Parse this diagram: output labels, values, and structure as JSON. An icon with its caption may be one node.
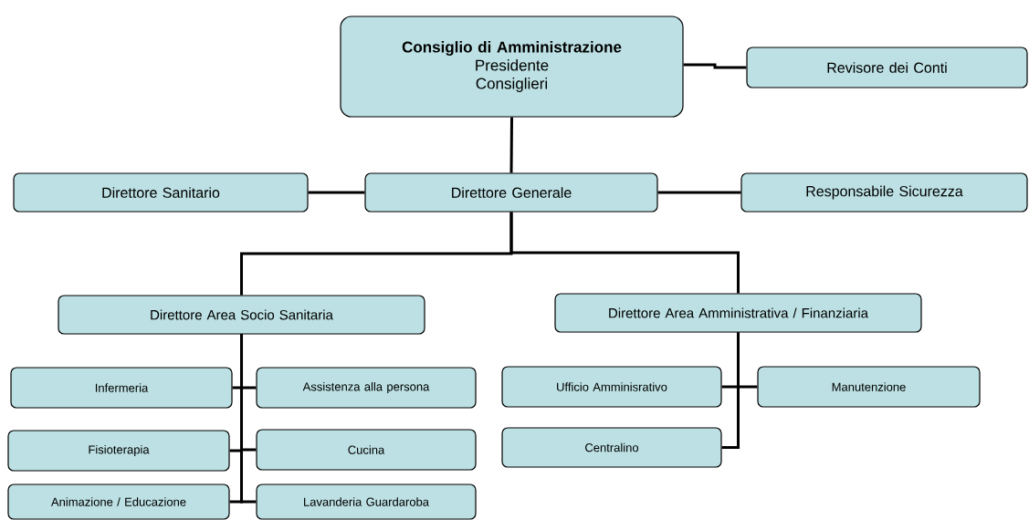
{
  "diagram": {
    "nodes": [
      {
        "text": [
          "Consiglio di Amministrazione",
          "Presidente",
          "Consiglieri"
        ]
      },
      {
        "text": [
          "Revisore dei Conti"
        ]
      },
      {
        "text": [
          "Direttore Sanitario"
        ]
      },
      {
        "text": [
          "Direttore Generale"
        ]
      },
      {
        "text": [
          "Responsabile Sicurezza"
        ]
      },
      {
        "text": [
          "Direttore Area Socio Sanitaria"
        ]
      },
      {
        "text": [
          "Direttore Area Amministrativa / Finanziaria"
        ]
      },
      {
        "text": [
          "Infermeria"
        ]
      },
      {
        "text": [
          "Assistenza alla persona"
        ]
      },
      {
        "text": [
          "Fisioterapia"
        ]
      },
      {
        "text": [
          "Cucina"
        ]
      },
      {
        "text": [
          "Animazione / Educazione"
        ]
      },
      {
        "text": [
          "Lavanderia Guardaroba"
        ]
      },
      {
        "text": [
          "Ufficio Amminisrativo"
        ]
      },
      {
        "text": [
          "Manutenzione"
        ]
      },
      {
        "text": [
          "Centralino"
        ]
      }
    ],
    "edges": [
      {
        "from": 0,
        "to": 1,
        "arrow": "none"
      },
      {
        "from": 0,
        "to": 3,
        "arrow": "none"
      },
      {
        "from": 3,
        "to": 2,
        "arrow": "none"
      },
      {
        "from": 3,
        "to": 4,
        "arrow": "none"
      },
      {
        "from": 3,
        "to": 5,
        "arrow": "none"
      },
      {
        "from": 3,
        "to": 6,
        "arrow": "none"
      },
      {
        "from": 5,
        "to": 7,
        "arrow": "none"
      },
      {
        "from": 5,
        "to": 8,
        "arrow": "none"
      },
      {
        "from": 5,
        "to": 9,
        "arrow": "none"
      },
      {
        "from": 5,
        "to": 10,
        "arrow": "none"
      },
      {
        "from": 5,
        "to": 11,
        "arrow": "none"
      },
      {
        "from": 5,
        "to": 12,
        "arrow": "none"
      },
      {
        "from": 6,
        "to": 13,
        "arrow": "none"
      },
      {
        "from": 6,
        "to": 14,
        "arrow": "none"
      },
      {
        "from": 6,
        "to": 15,
        "arrow": "none"
      }
    ]
  }
}
